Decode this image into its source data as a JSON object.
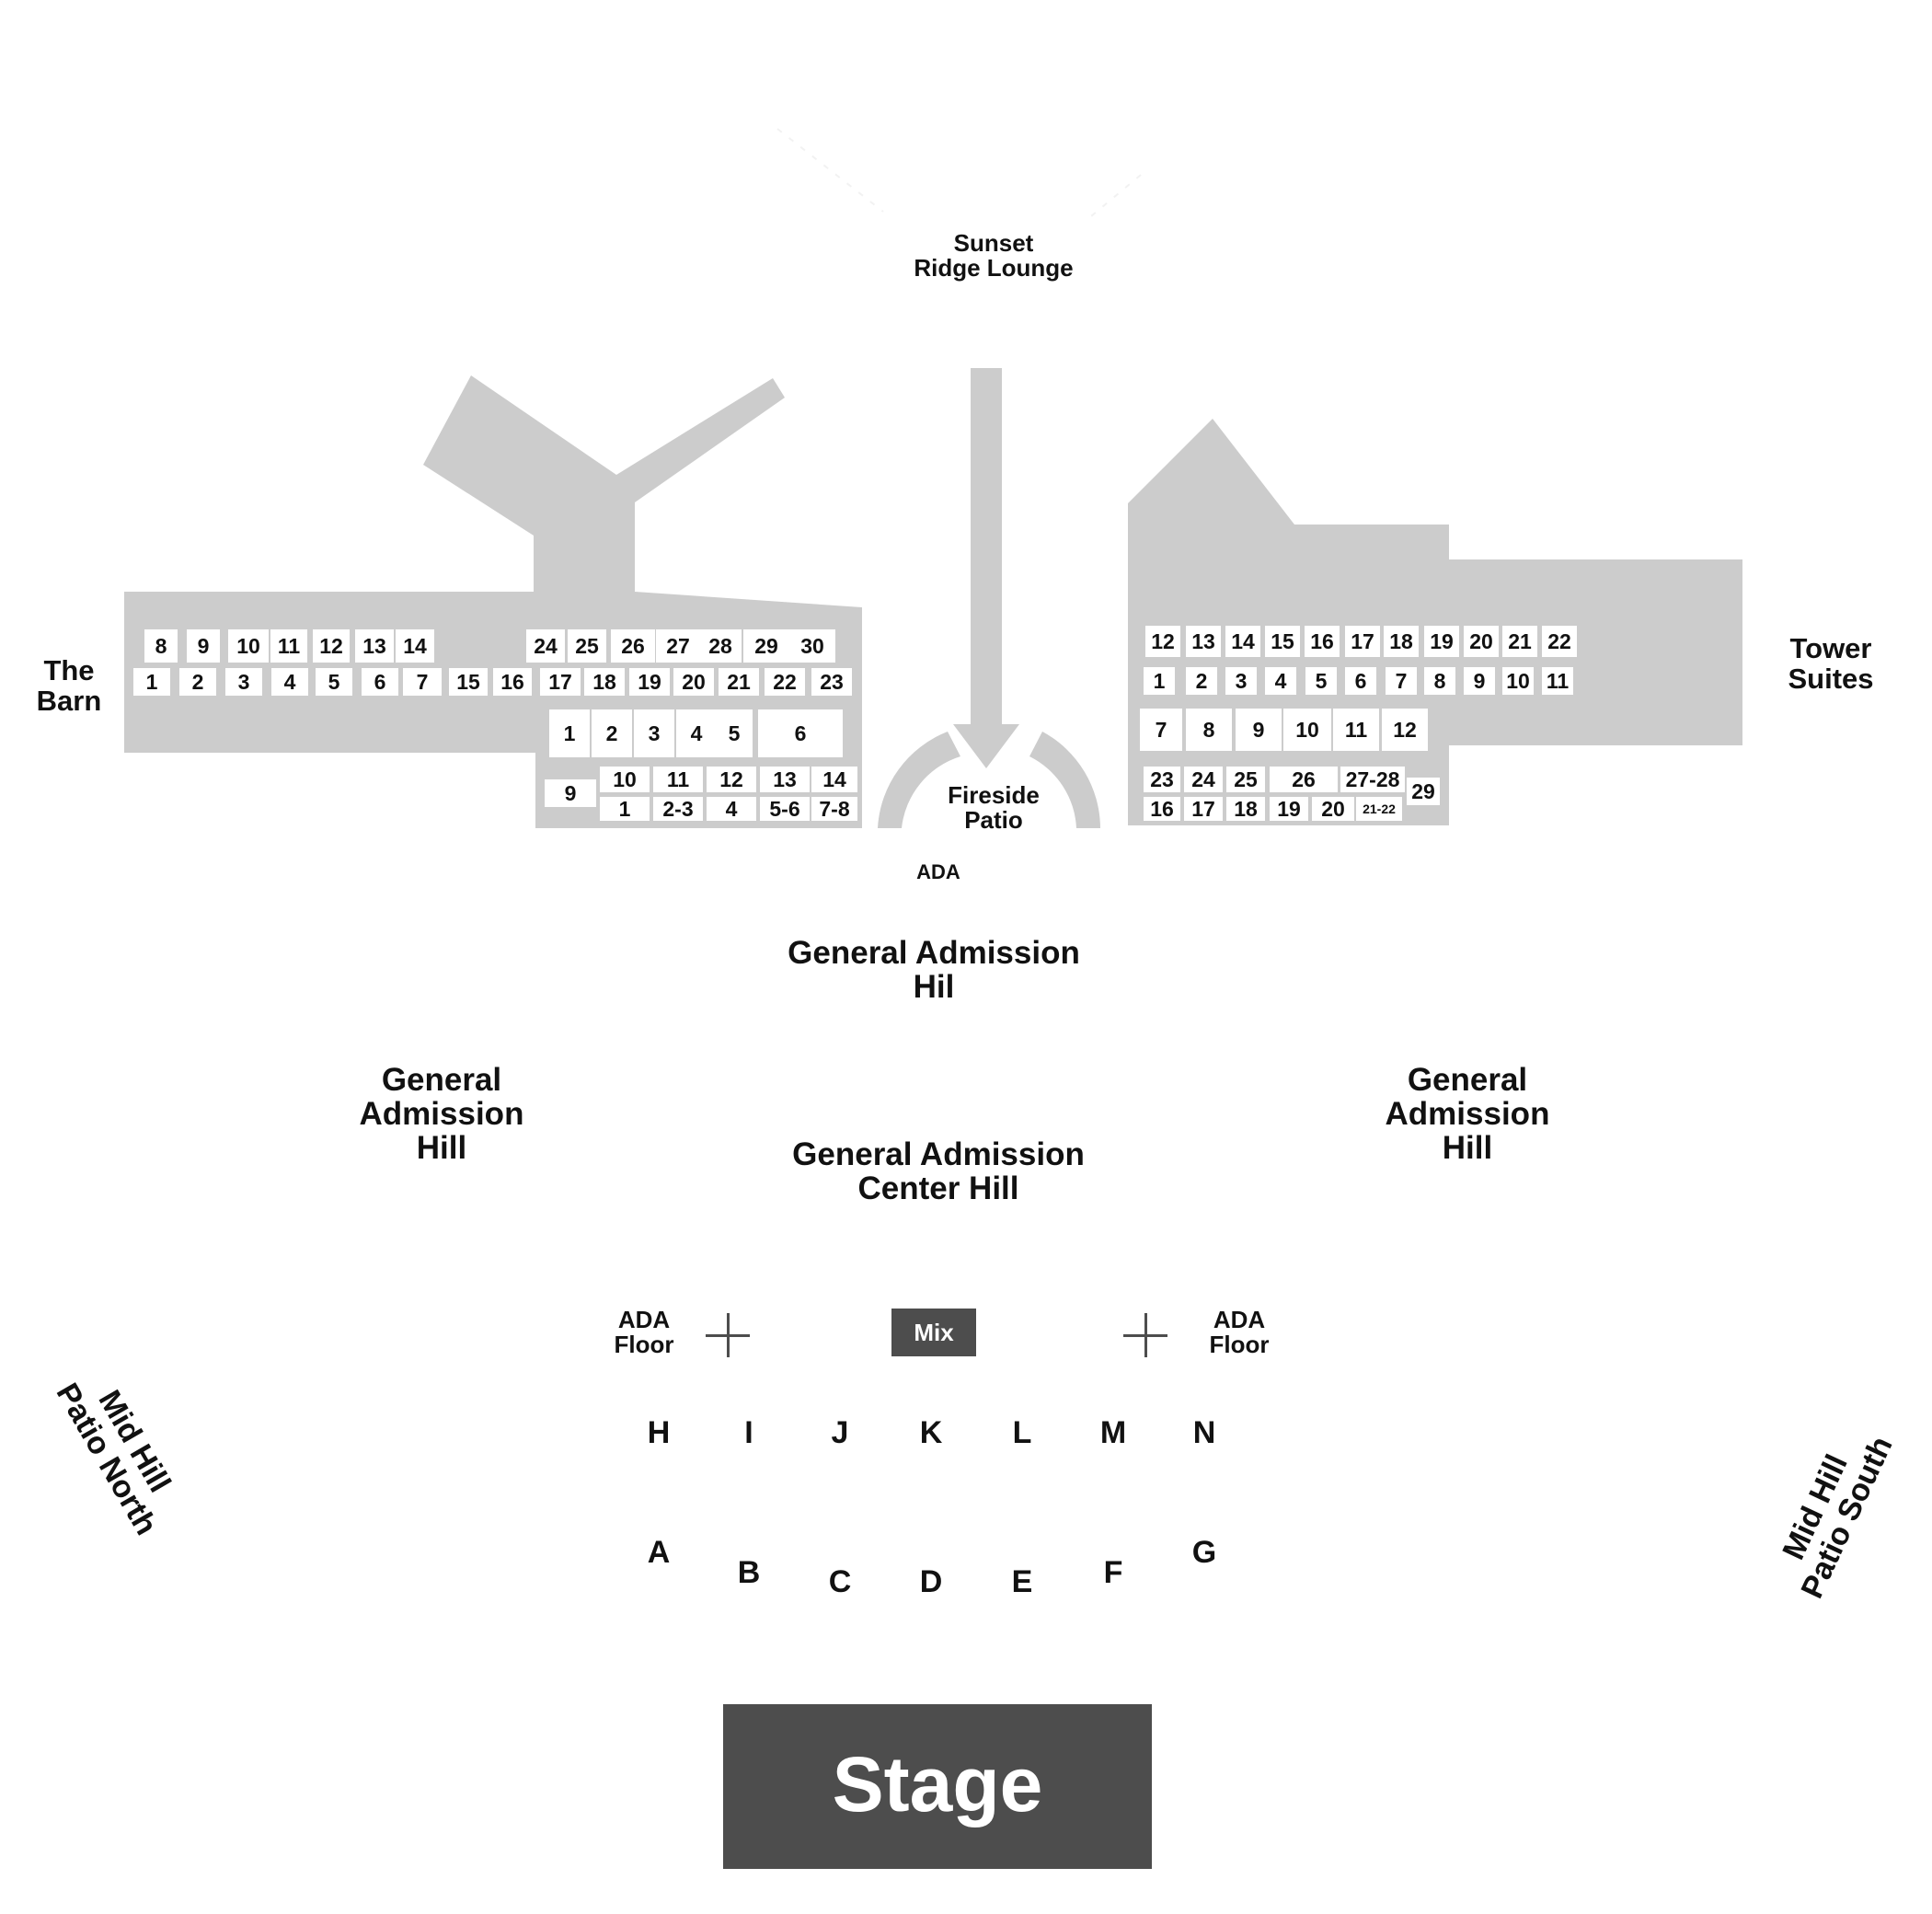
{
  "colors": {
    "section_fill": "#cccccc",
    "box_fill": "#ffffff",
    "dark_fill": "#4d4d4d",
    "text": "#111111"
  },
  "labels": {
    "sunset_ridge": [
      "Sunset",
      "Ridge Lounge"
    ],
    "barn": [
      "The",
      "Barn"
    ],
    "tower_suites": [
      "Tower",
      "Suites"
    ],
    "fireside_patio": [
      "Fireside",
      "Patio"
    ],
    "ada_top": "ADA",
    "ga_hill_top": [
      "General Admission",
      "Hil"
    ],
    "ga_hill_left": [
      "General",
      "Admission",
      "Hill"
    ],
    "ga_hill_right": [
      "General",
      "Admission",
      "Hill"
    ],
    "ga_center_hill": [
      "General Admission",
      "Center Hill"
    ],
    "ada_floor_left": [
      "ADA",
      "Floor"
    ],
    "ada_floor_right": [
      "ADA",
      "Floor"
    ],
    "mix": "Mix",
    "stage": "Stage",
    "mid_hill_north": [
      "Mid Hill",
      "Patio North"
    ],
    "mid_hill_south": [
      "Mid Hill",
      "Patio South"
    ]
  },
  "barn_boxes": {
    "upper_left": [
      "8",
      "9",
      "10",
      "11",
      "12",
      "13",
      "14"
    ],
    "upper_right": [
      "24",
      "25",
      "26",
      "27",
      "28",
      "29",
      "30"
    ],
    "lower_row": [
      "1",
      "2",
      "3",
      "4",
      "5",
      "6",
      "7",
      "15",
      "16",
      "17",
      "18",
      "19",
      "20",
      "21",
      "22",
      "23"
    ],
    "box_row": [
      "1",
      "2",
      "3",
      "4",
      "5",
      "6"
    ],
    "sub_upper": [
      "9",
      "10",
      "11",
      "12",
      "13",
      "14"
    ],
    "sub_lower": [
      "1",
      "2-3",
      "4",
      "5-6",
      "7-8"
    ]
  },
  "tower_boxes": {
    "upper": [
      "12",
      "13",
      "14",
      "15",
      "16",
      "17",
      "18",
      "19",
      "20",
      "21",
      "22"
    ],
    "lower": [
      "1",
      "2",
      "3",
      "4",
      "5",
      "6",
      "7",
      "8",
      "9",
      "10",
      "11"
    ],
    "mid": [
      "7",
      "8",
      "9",
      "10",
      "11",
      "12"
    ],
    "bottom_upper": [
      "23",
      "24",
      "25",
      "26",
      "27-28"
    ],
    "bottom_right": "29",
    "bottom_lower": [
      "16",
      "17",
      "18",
      "19",
      "20",
      "21-22"
    ]
  },
  "floor_rows": {
    "back": [
      "H",
      "I",
      "J",
      "K",
      "L",
      "M",
      "N"
    ],
    "front": [
      "A",
      "B",
      "C",
      "D",
      "E",
      "F",
      "G"
    ]
  }
}
